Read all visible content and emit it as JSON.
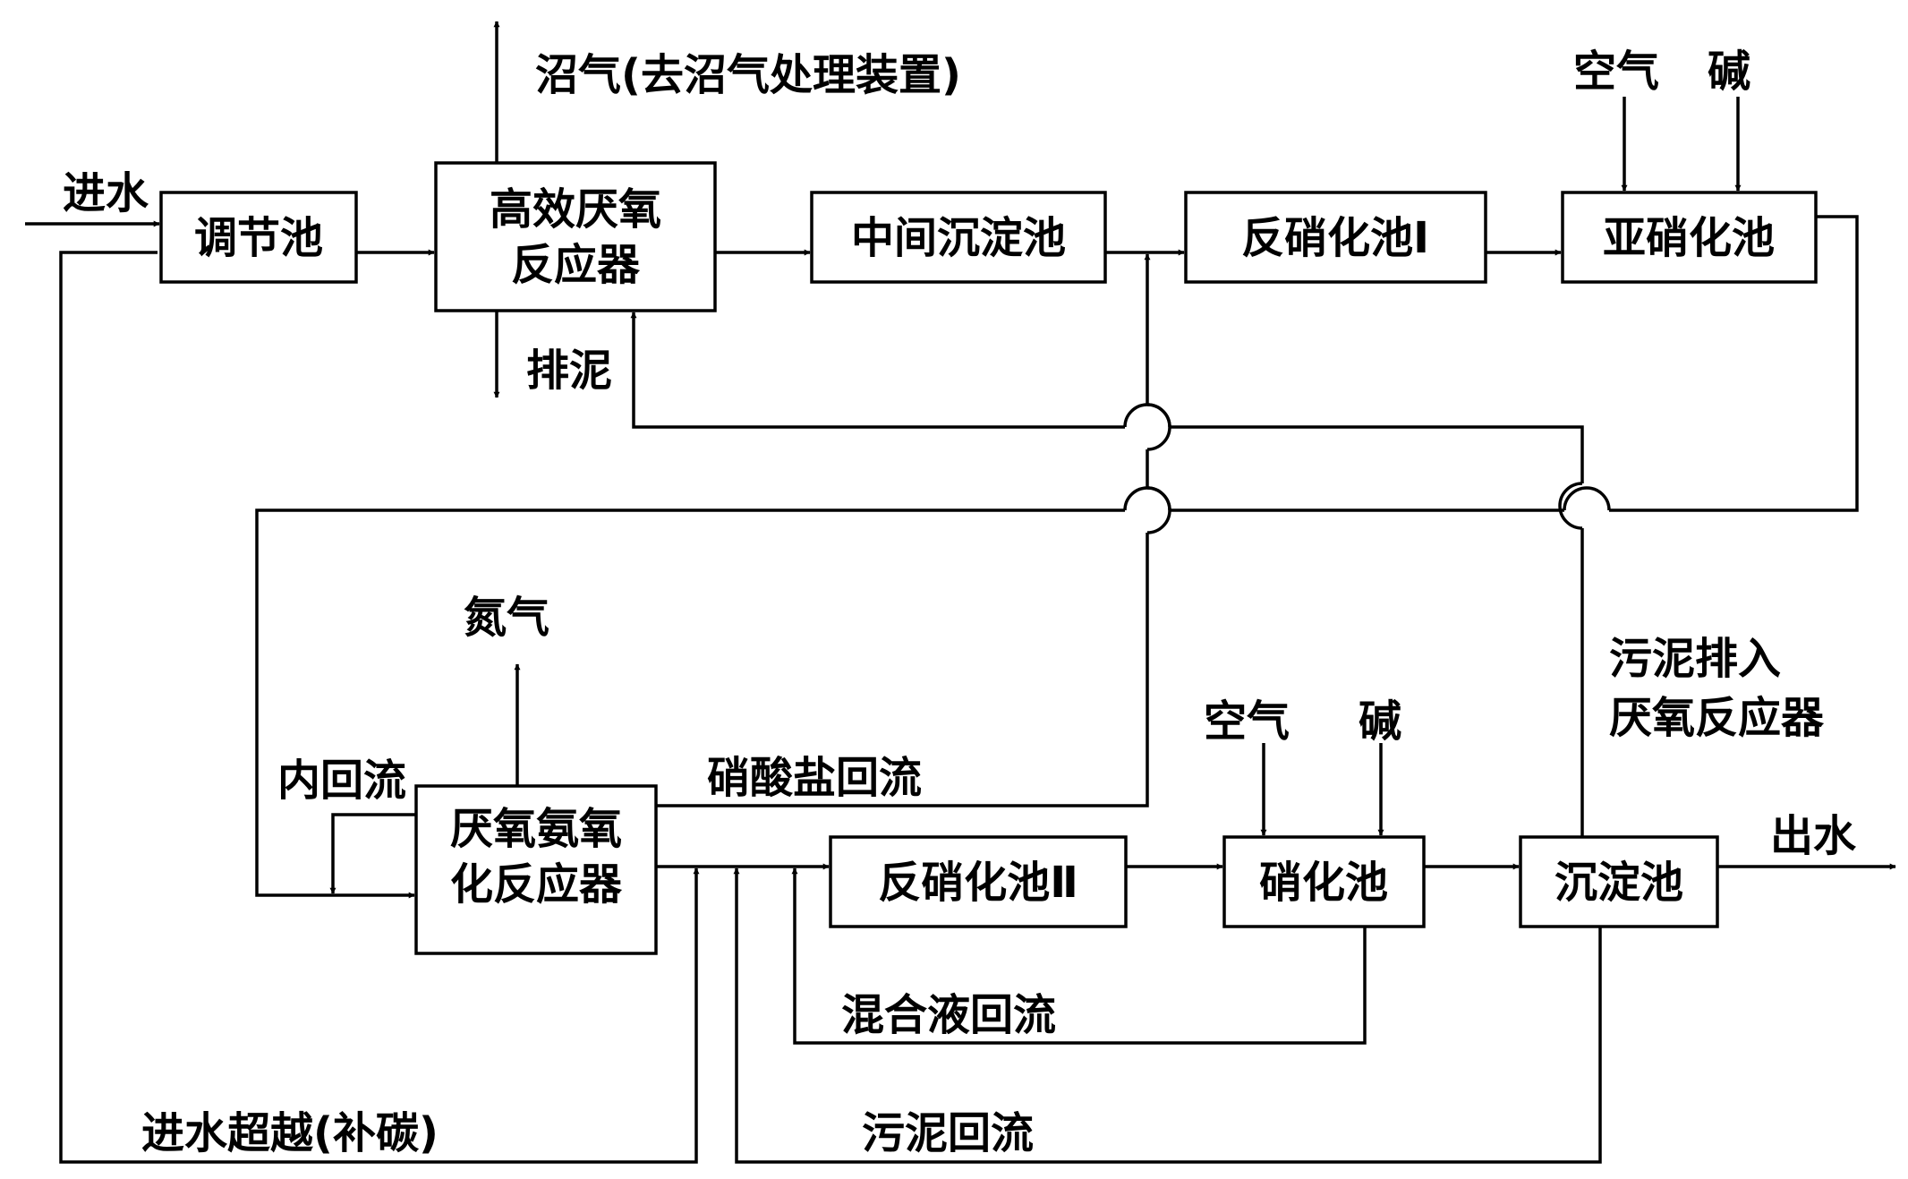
{
  "nodes": {
    "tiaojie": "调节池",
    "gaoxiao_l1": "高效厌氧",
    "gaoxiao_l2": "反应器",
    "zhongjian": "中间沉淀池",
    "fanxiao1": "反硝化池Ⅰ",
    "yaxiao": "亚硝化池",
    "anammox_l1": "厌氧氨氧",
    "anammox_l2": "化反应器",
    "fanxiao2": "反硝化池Ⅱ",
    "xiaohua": "硝化池",
    "chendian": "沉淀池"
  },
  "labels": {
    "influent": "进水",
    "biogas": "沼气(去沼气处理装置)",
    "sludge_discharge": "排泥",
    "air_top": "空气",
    "alkali_top": "碱",
    "nitrogen": "氮气",
    "internal_reflux": "内回流",
    "nitrate_reflux": "硝酸盐回流",
    "air_bottom": "空气",
    "alkali_bottom": "碱",
    "sludge_to_anaerobic_l1": "污泥排入",
    "sludge_to_anaerobic_l2": "厌氧反应器",
    "effluent": "出水",
    "mixed_liquor_reflux": "混合液回流",
    "bypass": "进水超越(补碳)",
    "sludge_reflux": "污泥回流"
  },
  "colors": {
    "line": "#000000",
    "background": "#ffffff"
  }
}
